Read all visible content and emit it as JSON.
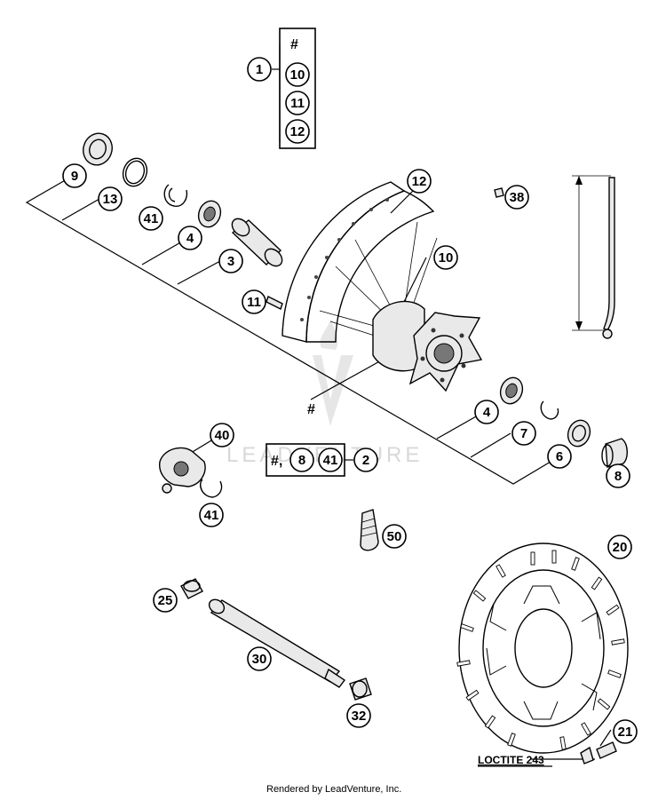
{
  "callouts": {
    "c1": "1",
    "c10a": "10",
    "c11a": "11",
    "c12a": "12",
    "hash_box": "#",
    "c9": "9",
    "c13": "13",
    "c41a": "41",
    "c4a": "4",
    "c3": "3",
    "c12b": "12",
    "c10b": "10",
    "c11b": "11",
    "c38": "38",
    "hash_hub": "#",
    "c4b": "4",
    "c7": "7",
    "c6": "6",
    "c8a": "8",
    "c40": "40",
    "c2": "2",
    "c41b": "41",
    "c50": "50",
    "c20": "20",
    "c25": "25",
    "c30": "30",
    "c32": "32",
    "c21": "21",
    "group_hash": "#,",
    "group_8": "8",
    "group_41": "41"
  },
  "notes": {
    "loctite": "LOCTITE 243"
  },
  "watermark": "LEADVENTURE",
  "footer": {
    "text": "Rendered by LeadVenture, Inc."
  },
  "colors": {
    "ink": "#000000",
    "paper": "#ffffff",
    "watermark": "#d8d8d8"
  }
}
